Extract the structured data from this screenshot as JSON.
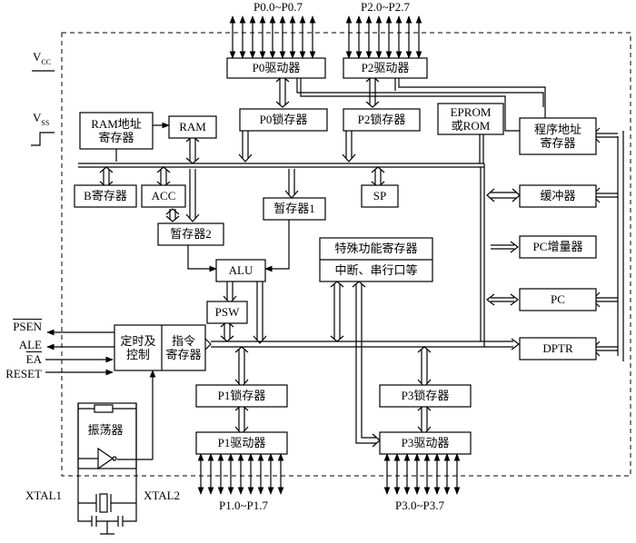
{
  "pins": {
    "p0": "P0.0~P0.7",
    "p2": "P2.0~P2.7",
    "p1": "P1.0~P1.7",
    "p3": "P3.0~P3.7",
    "vcc": "V",
    "vcc_sub": "CC",
    "vss": "V",
    "vss_sub": "SS",
    "psen": "PSEN",
    "ale": "ALE",
    "ea": "EA",
    "reset": "RESET",
    "xtal1": "XTAL1",
    "xtal2": "XTAL2"
  },
  "blocks": {
    "p0_driver": "P0驱动器",
    "p2_driver": "P2驱动器",
    "p0_latch": "P0锁存器",
    "p2_latch": "P2锁存器",
    "ram_addr_reg": "RAM地址\n寄存器",
    "ram": "RAM",
    "eprom": "EPROM\n或ROM",
    "prog_addr_reg": "程序地址\n寄存器",
    "b_reg": "B寄存器",
    "acc": "ACC",
    "sp": "SP",
    "buffer": "缓冲器",
    "tmp1": "暂存器1",
    "tmp2": "暂存器2",
    "sfr": "特殊功能寄存器",
    "sfr_sub": "中断、串行口等",
    "alu": "ALU",
    "pc_inc": "PC增量器",
    "pc": "PC",
    "psw": "PSW",
    "timing": "定时及\n控制",
    "instr_reg": "指令\n寄存器",
    "dptr": "DPTR",
    "p1_latch": "P1锁存器",
    "p3_latch": "P3锁存器",
    "oscillator": "振荡器",
    "p1_driver": "P1驱动器",
    "p3_driver": "P3驱动器"
  }
}
